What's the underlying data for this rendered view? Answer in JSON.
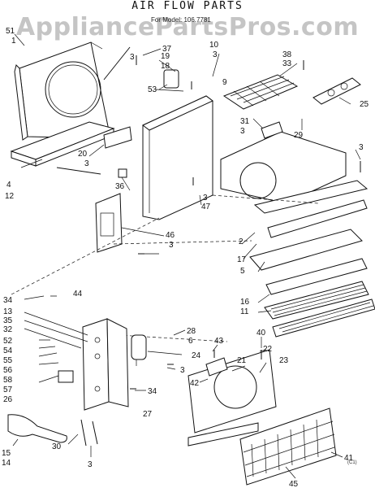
{
  "title": "AIR FLOW PARTS",
  "model_text": "For Model: 106.7781",
  "watermark": "AppliancePartsPros.com",
  "drawing_code": "(C1)",
  "callouts": [
    "51",
    "1",
    "37",
    "3",
    "19",
    "18",
    "10",
    "3",
    "9",
    "38",
    "33",
    "25",
    "53",
    "20",
    "3",
    "4",
    "12",
    "36",
    "31",
    "3",
    "29",
    "3",
    "3",
    "47",
    "46",
    "3",
    "2",
    "17",
    "5",
    "16",
    "11",
    "34",
    "44",
    "13",
    "35",
    "32",
    "52",
    "54",
    "55",
    "56",
    "58",
    "57",
    "26",
    "28",
    "6",
    "24",
    "3",
    "43",
    "40",
    "21",
    "22",
    "23",
    "42",
    "34",
    "27",
    "41",
    "15",
    "14",
    "30",
    "3",
    "45"
  ]
}
